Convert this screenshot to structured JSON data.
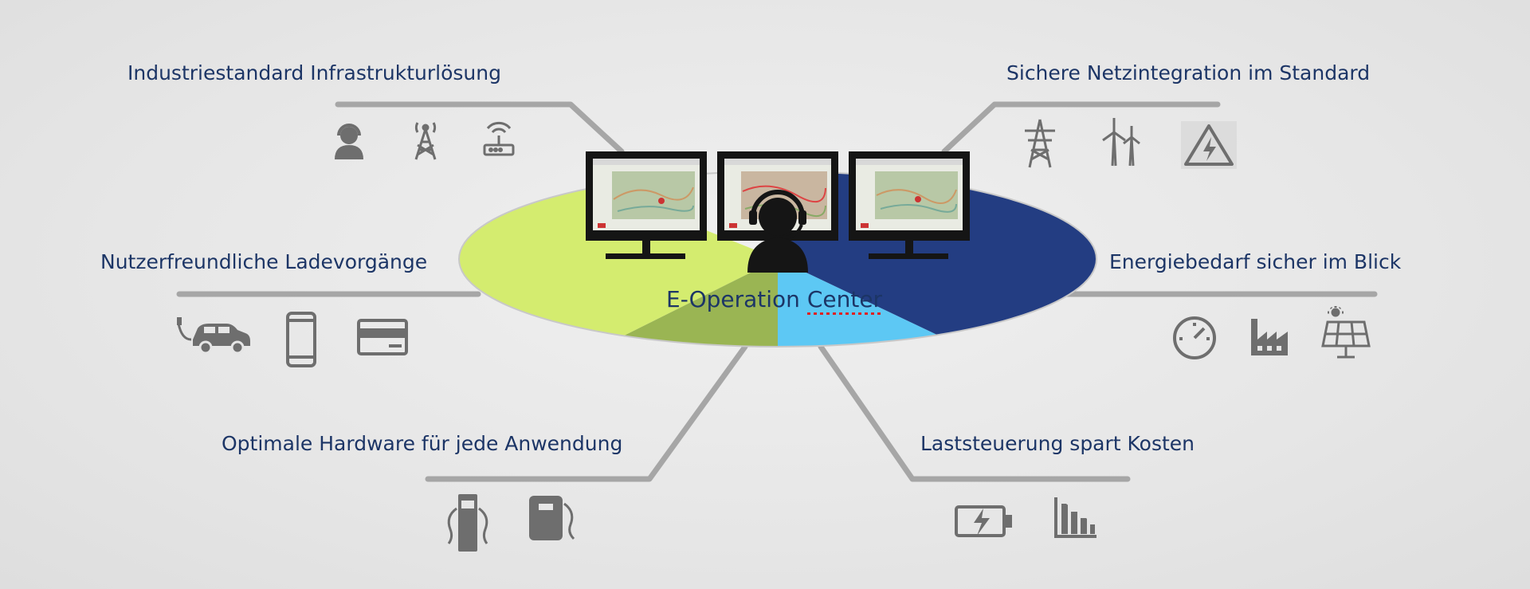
{
  "center": {
    "title_prefix": "E-Operation ",
    "title_underlined": "Center"
  },
  "features": {
    "infrastructure": "Industriestandard Infrastrukturlösung",
    "grid": "Sichere Netzintegration im Standard",
    "charging": "Nutzerfreundliche Ladevorgänge",
    "energy": "Energiebedarf sicher im Blick",
    "hardware": "Optimale Hardware für jede Anwendung",
    "load": "Laststeuerung spart Kosten"
  },
  "colors": {
    "label_text": "#1c3566",
    "connector_line": "#a6a6a6",
    "icon_gray": "#6e6e6e",
    "segment_lime": "#d4ec6f",
    "segment_olive": "#9ab553",
    "segment_sky": "#5dc8f4",
    "segment_navy": "#233d82"
  },
  "icons": {
    "infrastructure": [
      "headset-user-icon",
      "radio-tower-icon",
      "wifi-router-icon"
    ],
    "grid": [
      "power-pylon-icon",
      "wind-turbine-icon",
      "high-voltage-warning-icon"
    ],
    "charging": [
      "electric-car-icon",
      "smartphone-icon",
      "credit-card-icon"
    ],
    "energy": [
      "gauge-icon",
      "factory-icon",
      "solar-panel-icon"
    ],
    "hardware": [
      "wallbox-column-icon",
      "wallbox-wall-icon"
    ],
    "load": [
      "battery-charging-icon",
      "bar-chart-icon"
    ]
  }
}
